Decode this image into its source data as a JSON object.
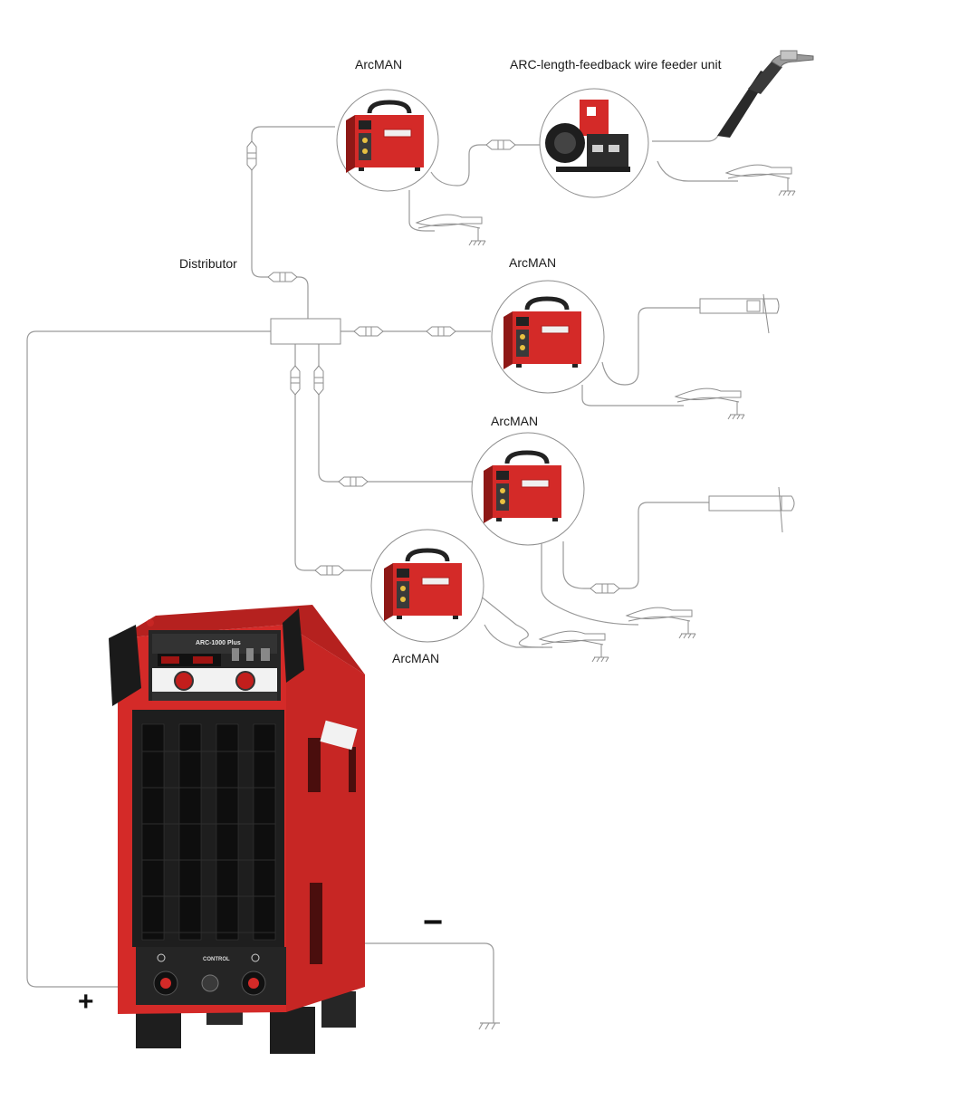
{
  "labels": {
    "arcman_top": "ArcMAN",
    "wire_feeder": "ARC-length-feedback wire feeder unit",
    "distributor": "Distributor",
    "arcman_right": "ArcMAN",
    "arcman_mid": "ArcMAN",
    "arcman_bottom": "ArcMAN"
  },
  "machine": {
    "model": "ARC-1000 Plus",
    "control_label": "CONTROL",
    "plus_sign": "+",
    "minus_sign": "−"
  },
  "colors": {
    "machine_red": "#d42a28",
    "machine_dark": "#1c1c1c",
    "cable_gray": "#9a9a9a"
  }
}
